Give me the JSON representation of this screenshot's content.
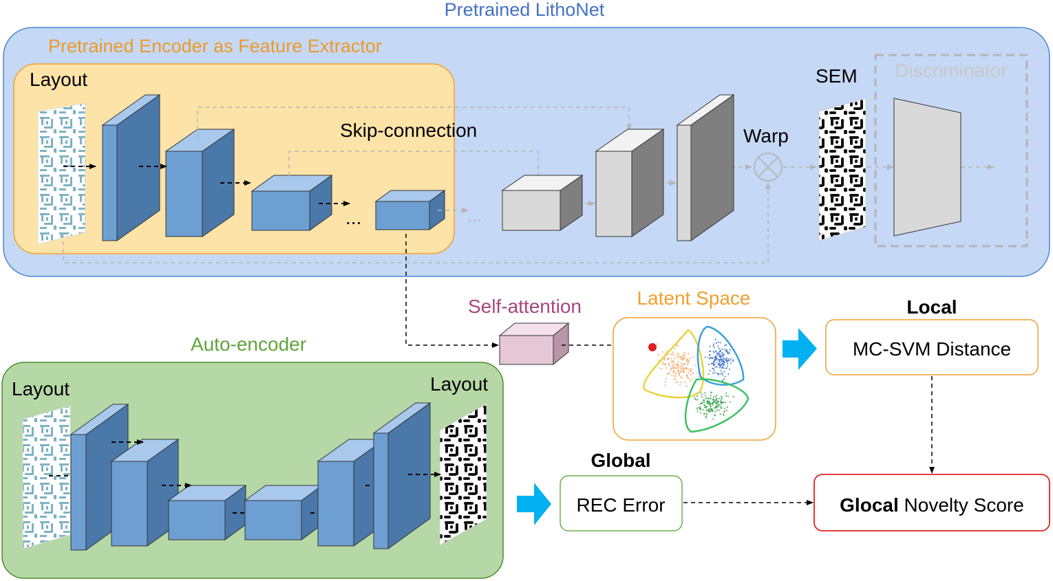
{
  "colors": {
    "lithonet_text": "#4472c4",
    "encoder_text": "#ed9a26",
    "autoencoder_text": "#5ea33a",
    "self_attention_text": "#a7457f",
    "latent_text": "#f0a030",
    "blue_block": "#6e9fd2",
    "gray_block": "#d9d9d9",
    "arrow_blue": "#00b0f0",
    "red": "#e02020"
  },
  "lithonet": {
    "title": "Pretrained LithoNet",
    "encoder_title": "Pretrained Encoder as Feature Extractor",
    "layout_label": "Layout",
    "skip_label": "Skip-connection",
    "ellipsis": "...",
    "gray_ellipsis": "...",
    "warp_label": "Warp",
    "sem_label": "SEM",
    "discriminator_label": "Discriminator"
  },
  "autoencoder": {
    "title": "Auto-encoder",
    "input_label": "Layout",
    "output_label": "Layout"
  },
  "self_attention": {
    "label": "Self-attention"
  },
  "latent": {
    "title": "Latent Space",
    "clusters": [
      "orange",
      "blue",
      "green"
    ],
    "outlier": "red"
  },
  "local": {
    "heading": "Local",
    "box_text": "MC-SVM Distance"
  },
  "global": {
    "heading": "Global",
    "box_text": "REC Error"
  },
  "glocal": {
    "bold_text": "Glocal",
    "rest_text": " Novelty Score"
  }
}
